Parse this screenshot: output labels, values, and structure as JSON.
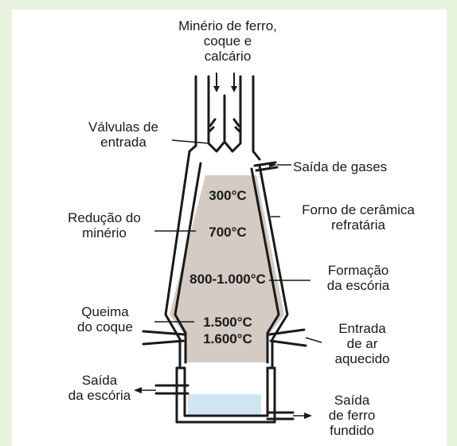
{
  "labels": {
    "input": [
      "Minério de ferro,",
      "coque e",
      "calcário"
    ],
    "valves": [
      "Válvulas de",
      "entrada"
    ],
    "gas_exit": "Saída de gases",
    "ore_reduction": [
      "Redução do",
      "minério"
    ],
    "refractory": [
      "Forno de cerâmica",
      "refratária"
    ],
    "slag_formation": [
      "Formação",
      "da escória"
    ],
    "coke_burning": [
      "Queima",
      "do coque"
    ],
    "hot_air": [
      "Entrada",
      "de ar",
      "aquecido"
    ],
    "slag_exit": [
      "Saída",
      "da escória"
    ],
    "iron_exit": [
      "Saída",
      "de ferro",
      "fundido"
    ]
  },
  "temperatures": [
    "300°C",
    "700°C",
    "800-1.000°C",
    "1.500°C",
    "1.600°C"
  ],
  "colors": {
    "page_background": "#e8f3de",
    "charge": "#d3cbc4",
    "molten_iron": "#cfe6f2",
    "line": "#1a1a1a"
  }
}
